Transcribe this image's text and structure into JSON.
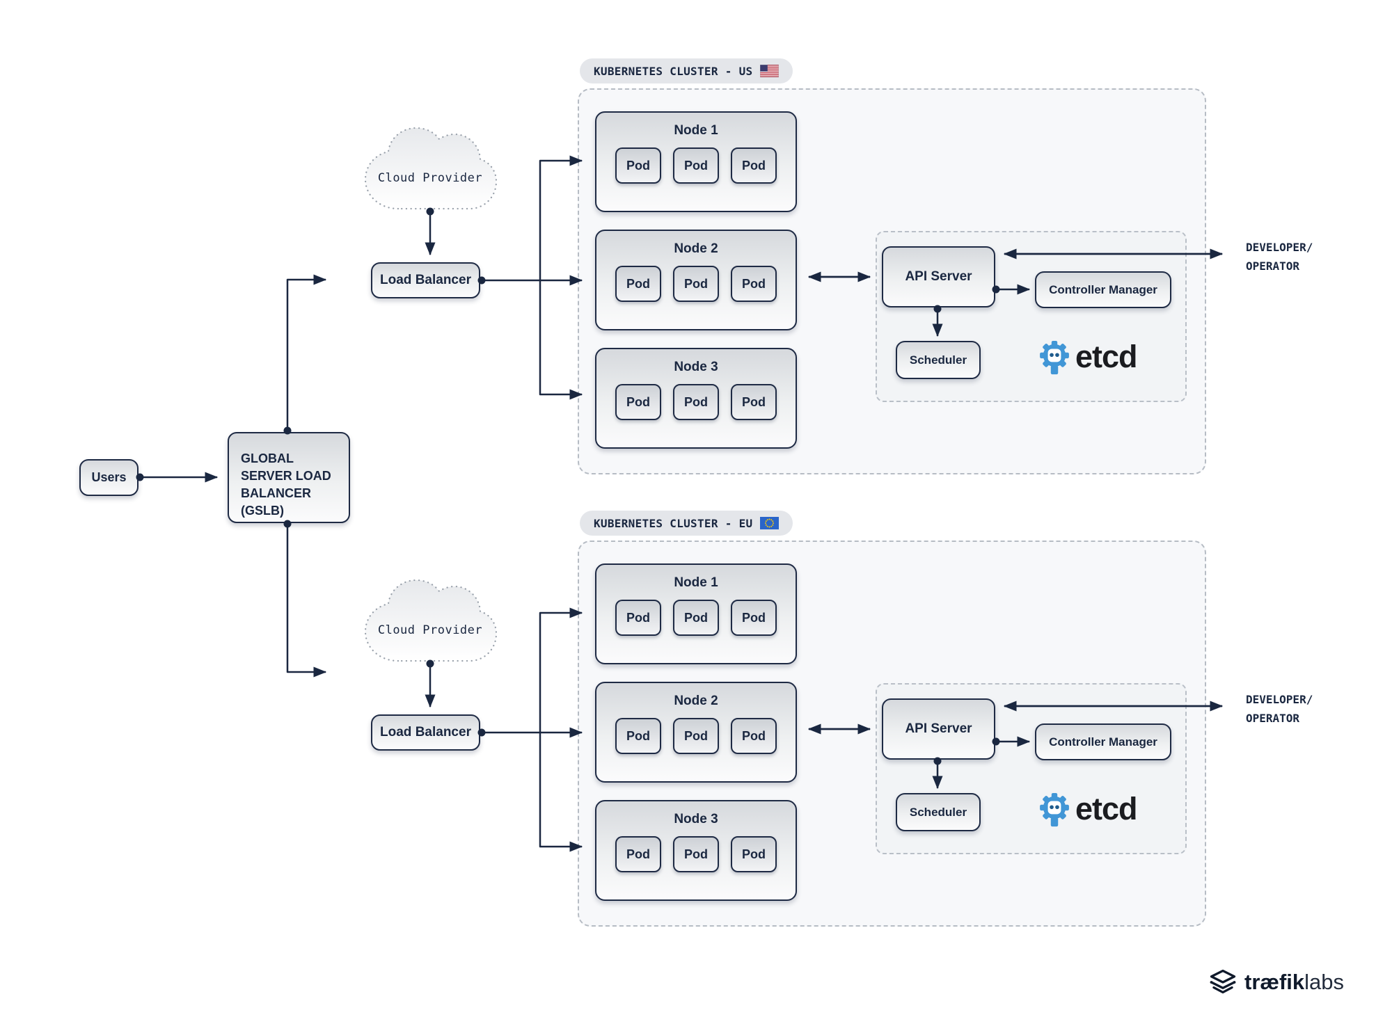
{
  "users": {
    "label": "Users"
  },
  "gslb": {
    "label": "GLOBAL SERVER LOAD BALANCER (GSLB)"
  },
  "clusters": [
    {
      "label": "KUBERNETES CLUSTER - US",
      "flag": "us-flag",
      "cloud": "Cloud Provider",
      "load_balancer": "Load Balancer",
      "nodes": [
        {
          "label": "Node 1",
          "pods": [
            "Pod",
            "Pod",
            "Pod"
          ]
        },
        {
          "label": "Node 2",
          "pods": [
            "Pod",
            "Pod",
            "Pod"
          ]
        },
        {
          "label": "Node 3",
          "pods": [
            "Pod",
            "Pod",
            "Pod"
          ]
        }
      ],
      "control_plane": {
        "api_server": "API Server",
        "controller_manager": "Controller Manager",
        "scheduler": "Scheduler",
        "etcd": "etcd"
      },
      "external": [
        "DEVELOPER/",
        "OPERATOR"
      ]
    },
    {
      "label": "KUBERNETES CLUSTER - EU",
      "flag": "eu-flag",
      "cloud": "Cloud Provider",
      "load_balancer": "Load Balancer",
      "nodes": [
        {
          "label": "Node 1",
          "pods": [
            "Pod",
            "Pod",
            "Pod"
          ]
        },
        {
          "label": "Node 2",
          "pods": [
            "Pod",
            "Pod",
            "Pod"
          ]
        },
        {
          "label": "Node 3",
          "pods": [
            "Pod",
            "Pod",
            "Pod"
          ]
        }
      ],
      "control_plane": {
        "api_server": "API Server",
        "controller_manager": "Controller Manager",
        "scheduler": "Scheduler",
        "etcd": "etcd"
      },
      "external": [
        "DEVELOPER/",
        "OPERATOR"
      ]
    }
  ],
  "brand": {
    "name_bold": "træfik",
    "name_light": "labs"
  },
  "colors": {
    "ink": "#1a2740",
    "cluster_fill": "#f7f8fa",
    "dashed_border": "#b6bcc4",
    "pill_fill": "#e4e6ea",
    "etcd_blue": "#4196d6",
    "background": "#ffffff"
  }
}
